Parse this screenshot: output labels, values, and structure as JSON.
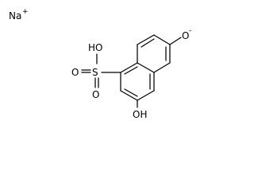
{
  "structure": {
    "counterion": {
      "symbol": "Na",
      "charge": "+"
    },
    "oxide": {
      "symbol": "O",
      "charge": "-"
    },
    "sulfonic_acid": {
      "hydroxyl": "HO",
      "sulfur": "S",
      "oxo_top": "O",
      "oxo_bottom": "O"
    },
    "hydroxyl": "OH"
  }
}
